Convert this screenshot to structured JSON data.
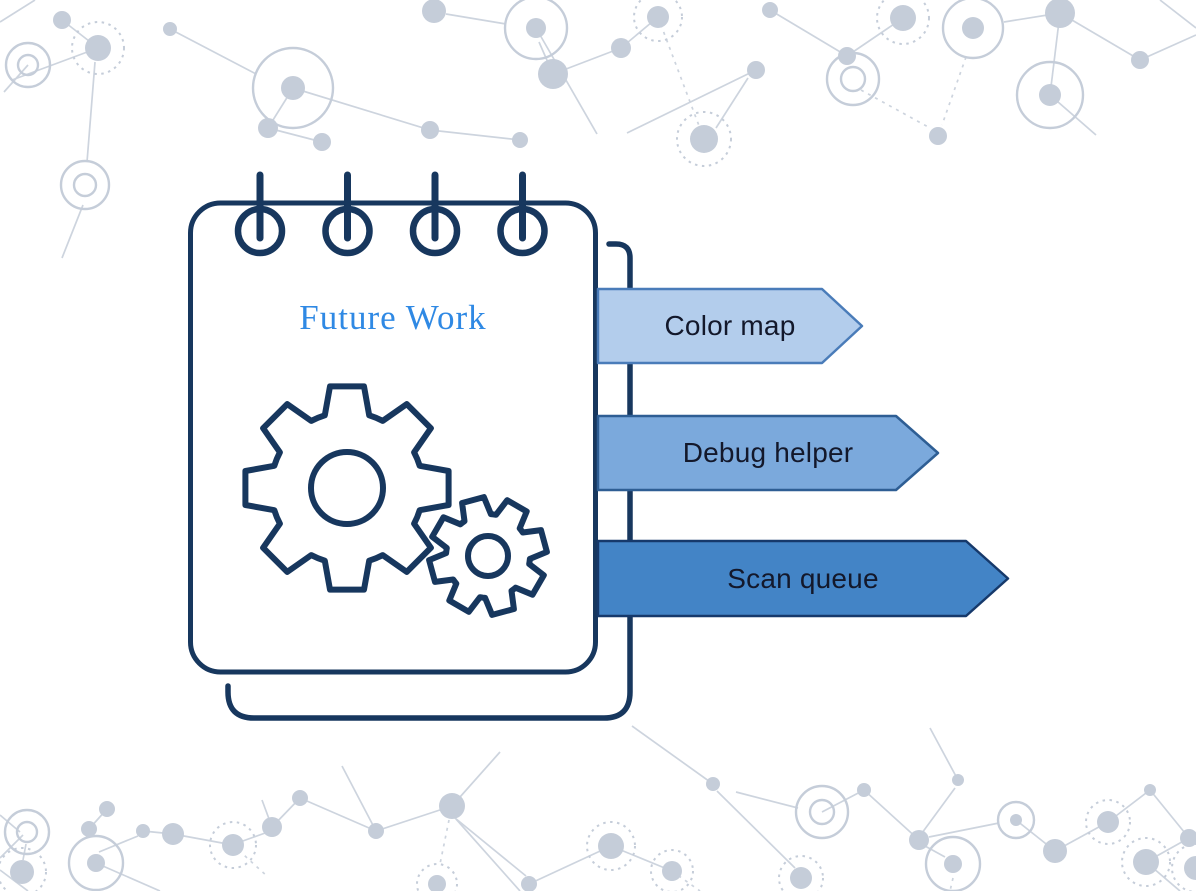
{
  "slide": {
    "notepad": {
      "title": "Future Work",
      "title_color": "#2F89E4",
      "ring_count": 4,
      "icons": [
        "notepad-icon",
        "binder-rings-icon",
        "gear-icon",
        "gear-icon"
      ]
    },
    "arrows": [
      {
        "label": "Color map",
        "fill": "#B3CDEC",
        "stroke": "#4A7CB9"
      },
      {
        "label": "Debug helper",
        "fill": "#7BA9DC",
        "stroke": "#2E5E94"
      },
      {
        "label": "Scan queue",
        "fill": "#4384C6",
        "stroke": "#16396B"
      }
    ],
    "colors": {
      "ink": "#17375E",
      "arrow_text": "#13182B",
      "background": "#FFFFFF",
      "pattern_node": "#C5CDD9",
      "pattern_line": "#CDD4DE"
    },
    "decor": {
      "icon": "network-pattern"
    }
  }
}
